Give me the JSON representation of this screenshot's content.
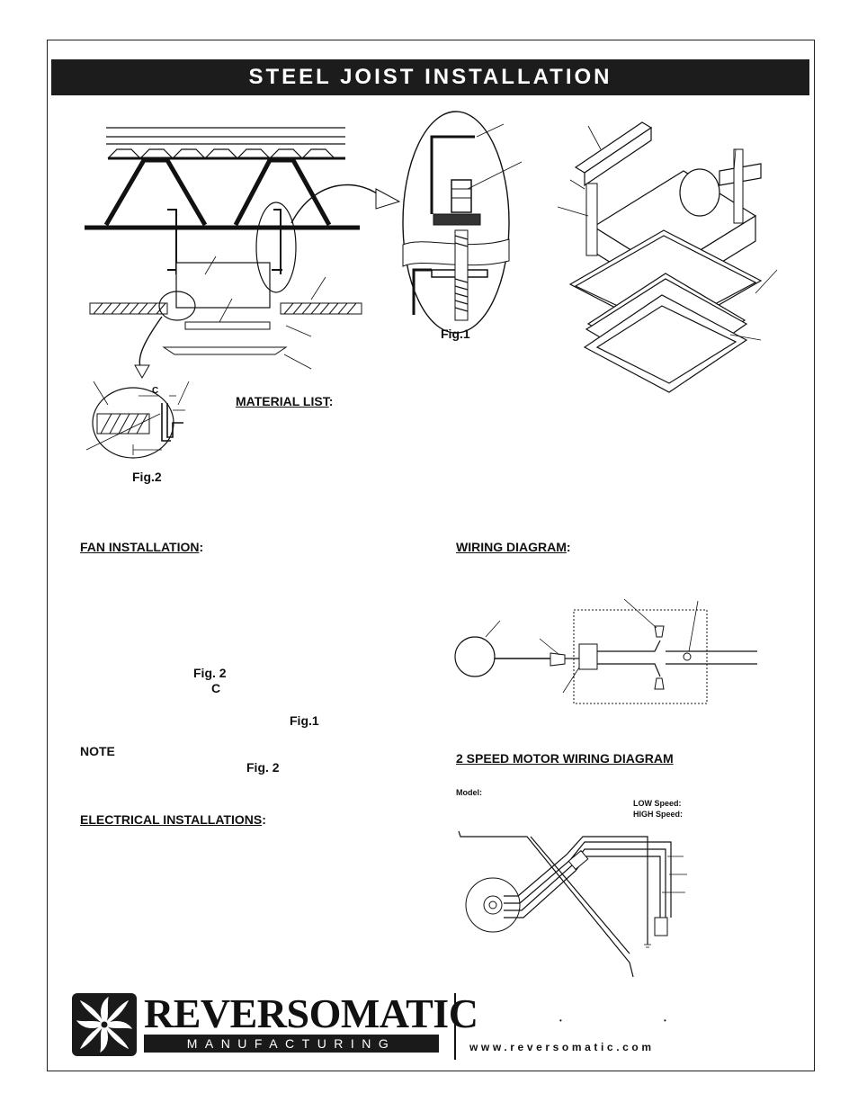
{
  "title": "STEEL JOIST INSTALLATION",
  "figures": {
    "fig1_label": "Fig.1",
    "fig2_label": "Fig.2",
    "fig2_c_label": "C"
  },
  "sections": {
    "material_list": "MATERIAL LIST",
    "fan_installation": "FAN INSTALLATION",
    "wiring_diagram": "WIRING DIAGRAM",
    "electrical_installations": "ELECTRICAL INSTALLATIONS",
    "two_speed_wiring": "2 SPEED MOTOR WIRING DIAGRAM",
    "colon": ":"
  },
  "fan_install_refs": {
    "fig2": "Fig. 2",
    "c": "C",
    "fig1": "Fig.1",
    "note": "NOTE",
    "note_fig2": "Fig. 2"
  },
  "two_speed": {
    "model": "Model:",
    "low": "LOW Speed:",
    "high": "HIGH Speed:"
  },
  "footer": {
    "brand": "REVERSOMATIC",
    "subtitle": "MANUFACTURING LIMITED",
    "website": "www.reversomatic.com",
    "bullet": "•"
  }
}
